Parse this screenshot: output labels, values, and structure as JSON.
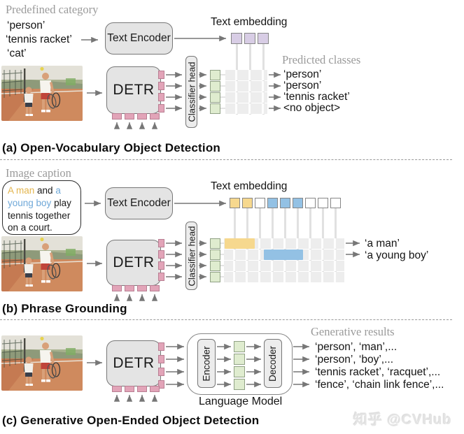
{
  "watermark": "知乎 @CVHub",
  "colors": {
    "yellow_token": "#f6d88e",
    "blue_token": "#93c1e4",
    "purple_token": "#d8cde5",
    "green_query": "#dfeccf",
    "pink_port": "#e2a4b8",
    "matrix_cell": "#ededed"
  },
  "sections": {
    "a": {
      "title": "(a) Open-Vocabulary Object Detection",
      "category_label": "Predefined category",
      "categories": [
        "‘person’",
        "‘tennis racket’",
        "‘cat’"
      ],
      "text_encoder_label": "Text Encoder",
      "text_embedding_label": "Text embedding",
      "detr_label": "DETR",
      "classifier_head_label": "Classifier head",
      "embedding_pattern": [
        "purple",
        "purple",
        "purple"
      ],
      "predicted_classes_label": "Predicted classes",
      "predicted_classes": [
        "‘person’",
        "‘person’",
        "‘tennis racket’",
        "<no object>"
      ]
    },
    "b": {
      "title": "(b) Phrase Grounding",
      "caption_label": "Image caption",
      "caption_parts": [
        {
          "text": "A man",
          "color": "#e3b54d"
        },
        {
          "text": " and ",
          "color": "#1a1a1a"
        },
        {
          "text": "a young boy",
          "color": "#6fa8d8"
        },
        {
          "text": "  play tennis together on a court.",
          "color": "#1a1a1a"
        }
      ],
      "text_encoder_label": "Text Encoder",
      "text_embedding_label": "Text embedding",
      "detr_label": "DETR",
      "classifier_head_label": "Classifier head",
      "embedding_pattern": [
        "yellow",
        "yellow",
        "white",
        "blue",
        "blue",
        "blue",
        "white",
        "white",
        "white"
      ],
      "groundings": [
        "‘a man’",
        "‘a young boy’"
      ]
    },
    "c": {
      "title": "(c) Generative Open-Ended Object Detection",
      "detr_label": "DETR",
      "encoder_label": "Encoder",
      "decoder_label": "Decoder",
      "language_model_label": "Language Model",
      "generative_results_label": "Generative results",
      "results": [
        "‘person’, ‘man’,...",
        "‘person’, ‘boy’,...",
        "‘tennis racket’, ‘racquet’,...",
        "‘fence’, ‘chain link fence’,..."
      ]
    }
  }
}
